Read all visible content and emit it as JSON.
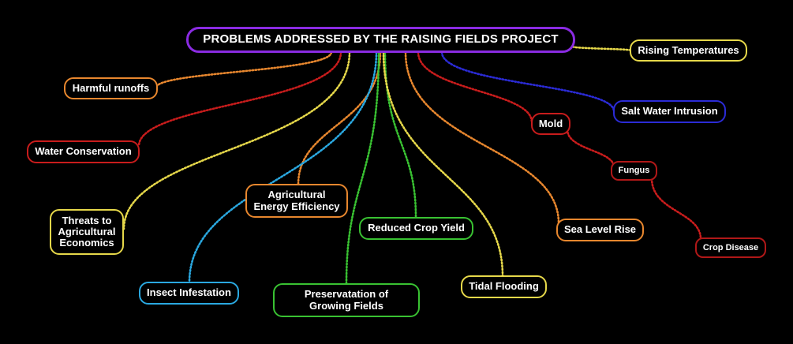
{
  "diagram": {
    "root": {
      "label": "PROBLEMS ADDRESSED BY THE RAISING FIELDS PROJECT",
      "color": "#8a2be2"
    },
    "nodes": [
      {
        "id": "rising-temperatures",
        "label": "Rising Temperatures",
        "color": "#e6d84a"
      },
      {
        "id": "harmful-runoffs",
        "label": "Harmful runoffs",
        "color": "#e8872e"
      },
      {
        "id": "salt-water-intrusion",
        "label": "Salt Water Intrusion",
        "color": "#2b2bd6"
      },
      {
        "id": "mold",
        "label": "Mold",
        "color": "#c81c1c"
      },
      {
        "id": "fungus",
        "label": "Fungus",
        "color": "#b01818"
      },
      {
        "id": "crop-disease",
        "label": "Crop Disease",
        "color": "#b01818"
      },
      {
        "id": "water-conservation",
        "label": "Water Conservation",
        "color": "#c81c1c"
      },
      {
        "id": "agricultural-energy-efficiency",
        "label": "Agricultural Energy Efficiency",
        "color": "#e8872e"
      },
      {
        "id": "threats-to-agricultural-economics",
        "label": "Threats to Agricultural Economics",
        "color": "#e6d84a"
      },
      {
        "id": "reduced-crop-yield",
        "label": "Reduced Crop Yield",
        "color": "#39c232"
      },
      {
        "id": "sea-level-rise",
        "label": "Sea Level Rise",
        "color": "#e8872e"
      },
      {
        "id": "insect-infestation",
        "label": "Insect Infestation",
        "color": "#2aa8e0"
      },
      {
        "id": "preservation-of-growing-fields",
        "label": "Preservatation of Growing Fields",
        "color": "#39c232"
      },
      {
        "id": "tidal-flooding",
        "label": "Tidal Flooding",
        "color": "#e6d84a"
      }
    ],
    "edges": [
      {
        "from": "root",
        "to": "rising-temperatures",
        "color": "#e6d84a"
      },
      {
        "from": "root",
        "to": "harmful-runoffs",
        "color": "#e8872e"
      },
      {
        "from": "root",
        "to": "salt-water-intrusion",
        "color": "#2b2bd6"
      },
      {
        "from": "root",
        "to": "mold",
        "color": "#c81c1c"
      },
      {
        "from": "mold",
        "to": "fungus",
        "color": "#c81c1c"
      },
      {
        "from": "fungus",
        "to": "crop-disease",
        "color": "#c81c1c"
      },
      {
        "from": "root",
        "to": "water-conservation",
        "color": "#c81c1c"
      },
      {
        "from": "root",
        "to": "agricultural-energy-efficiency",
        "color": "#e8872e"
      },
      {
        "from": "root",
        "to": "threats-to-agricultural-economics",
        "color": "#e6d84a"
      },
      {
        "from": "root",
        "to": "reduced-crop-yield",
        "color": "#39c232"
      },
      {
        "from": "root",
        "to": "sea-level-rise",
        "color": "#e8872e"
      },
      {
        "from": "root",
        "to": "insect-infestation",
        "color": "#2aa8e0"
      },
      {
        "from": "root",
        "to": "preservation-of-growing-fields",
        "color": "#39c232"
      },
      {
        "from": "root",
        "to": "tidal-flooding",
        "color": "#e6d84a"
      }
    ]
  }
}
